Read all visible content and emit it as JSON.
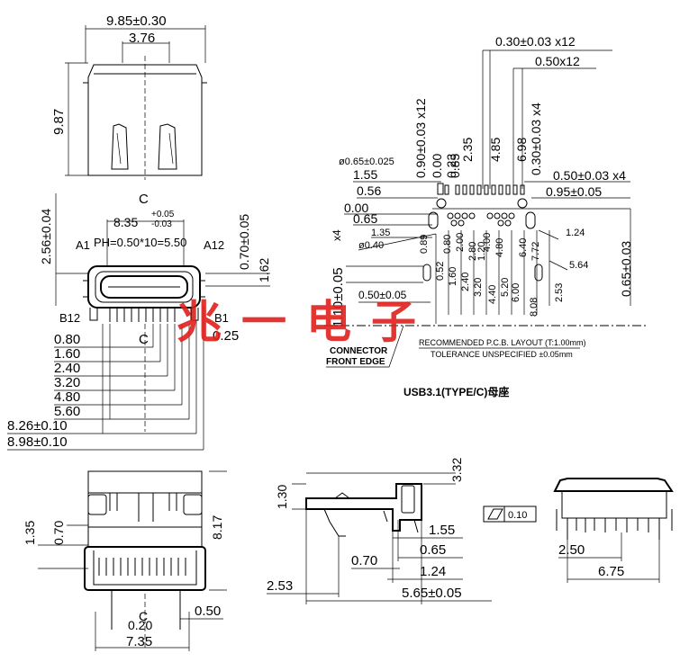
{
  "title": "USB3.1(TYPE/C)母座",
  "watermark": "兆一电子",
  "accent_color": "#e0201b",
  "notes": {
    "layout_line1": "RECOMMENDED P.C.B. LAYOUT (T:1.00mm)",
    "layout_line2": "TOLERANCE UNSPECIFIED ±0.05mm",
    "connector_line1": "CONNECTOR",
    "connector_line2": "FRONT EDGE"
  },
  "top_view": {
    "width": "9.85±0.30",
    "inner": "3.76",
    "height": "9.87"
  },
  "front_view": {
    "mid_width": "8.35",
    "mid_tol_plus": "+0.05",
    "mid_tol_minus": "-0.03",
    "left_height": "2.56±0.04",
    "right_a": "0.70±0.05",
    "right_b": "1.62",
    "a1": "A1",
    "a12": "A12",
    "pitch": "PH=0.50*10=5.50",
    "b12": "B12",
    "b1": "B1",
    "pin_dim": "0.25",
    "cl": "C",
    "widths": [
      "0.80",
      "1.60",
      "2.40",
      "3.20",
      "4.80",
      "5.60",
      "8.26±0.10",
      "8.98±0.10"
    ]
  },
  "pcb_layout": {
    "top_a": "0.30±0.03 x12",
    "top_b": "0.50x12",
    "vert_labels": [
      "0.90±0.03 x12",
      "0.00",
      "0.23",
      "0.85",
      "2.35",
      "4.85",
      "6.98",
      "0.30±0.03 x4"
    ],
    "left_labels": [
      "ø0.65±0.025",
      "1.55",
      "0.56",
      "0.00",
      "0.65",
      "1.35",
      "ø0.40",
      "x4"
    ],
    "right_labels": [
      "0.50±0.03 x4",
      "0.95±0.05",
      "1.24",
      "5.64",
      "0.65±0.03"
    ],
    "mid_labels": [
      "0.89",
      "0.80",
      "2.00",
      "1.20",
      "2.80",
      "4.00",
      "4.80",
      "6.40",
      "7.72",
      "0.52",
      "1.60",
      "2.40",
      "3.20",
      "4.40",
      "5.20",
      "6.00",
      "8.08",
      "2.53"
    ],
    "left_vert": "1.10±0.05",
    "bottom": "0.50±0.05"
  },
  "bottom_view": {
    "h1": "1.35",
    "h2": "0.70",
    "h3": "8.17",
    "w_small": "0.20",
    "w_total": "7.35",
    "w_right": "0.50"
  },
  "side_view": {
    "h_left": "1.30",
    "h_right": "3.32",
    "d1": "1.55",
    "d2": "0.65",
    "d3": "0.70",
    "d4": "1.24",
    "d5": "2.53",
    "total": "5.65±0.05"
  },
  "right_view": {
    "flatness": "0.10",
    "w1": "2.50",
    "w2": "6.75"
  }
}
